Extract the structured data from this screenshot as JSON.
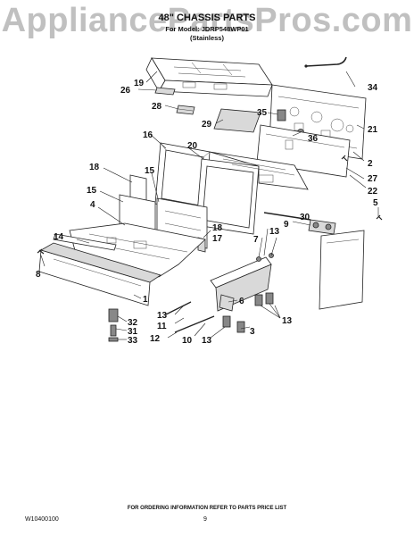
{
  "watermark": "AppliancePartsPros.com",
  "header": {
    "title": "48\" CHASSIS PARTS",
    "model_line": "For Model: JDRP548WP01",
    "finish": "(Stainless)"
  },
  "callouts": [
    {
      "id": "c1",
      "label": "1"
    },
    {
      "id": "c2",
      "label": "2"
    },
    {
      "id": "c3",
      "label": "3"
    },
    {
      "id": "c4",
      "label": "4"
    },
    {
      "id": "c5",
      "label": "5"
    },
    {
      "id": "c6",
      "label": "6"
    },
    {
      "id": "c7",
      "label": "7"
    },
    {
      "id": "c8",
      "label": "8"
    },
    {
      "id": "c9",
      "label": "9"
    },
    {
      "id": "c10",
      "label": "10"
    },
    {
      "id": "c11",
      "label": "11"
    },
    {
      "id": "c12",
      "label": "12"
    },
    {
      "id": "c13a",
      "label": "13"
    },
    {
      "id": "c13b",
      "label": "13"
    },
    {
      "id": "c13c",
      "label": "13"
    },
    {
      "id": "c13d",
      "label": "13"
    },
    {
      "id": "c14",
      "label": "14"
    },
    {
      "id": "c15a",
      "label": "15"
    },
    {
      "id": "c15b",
      "label": "15"
    },
    {
      "id": "c16",
      "label": "16"
    },
    {
      "id": "c17",
      "label": "17"
    },
    {
      "id": "c18a",
      "label": "18"
    },
    {
      "id": "c18b",
      "label": "18"
    },
    {
      "id": "c19",
      "label": "19"
    },
    {
      "id": "c20",
      "label": "20"
    },
    {
      "id": "c21",
      "label": "21"
    },
    {
      "id": "c22",
      "label": "22"
    },
    {
      "id": "c26",
      "label": "26"
    },
    {
      "id": "c27",
      "label": "27"
    },
    {
      "id": "c28",
      "label": "28"
    },
    {
      "id": "c29",
      "label": "29"
    },
    {
      "id": "c30",
      "label": "30"
    },
    {
      "id": "c31",
      "label": "31"
    },
    {
      "id": "c32",
      "label": "32"
    },
    {
      "id": "c33",
      "label": "33"
    },
    {
      "id": "c34",
      "label": "34"
    },
    {
      "id": "c35",
      "label": "35"
    },
    {
      "id": "c36",
      "label": "36"
    }
  ],
  "footer": {
    "ordering_note": "FOR ORDERING INFORMATION REFER TO PARTS PRICE LIST",
    "doc_number": "W10400100",
    "page_number": "9"
  }
}
